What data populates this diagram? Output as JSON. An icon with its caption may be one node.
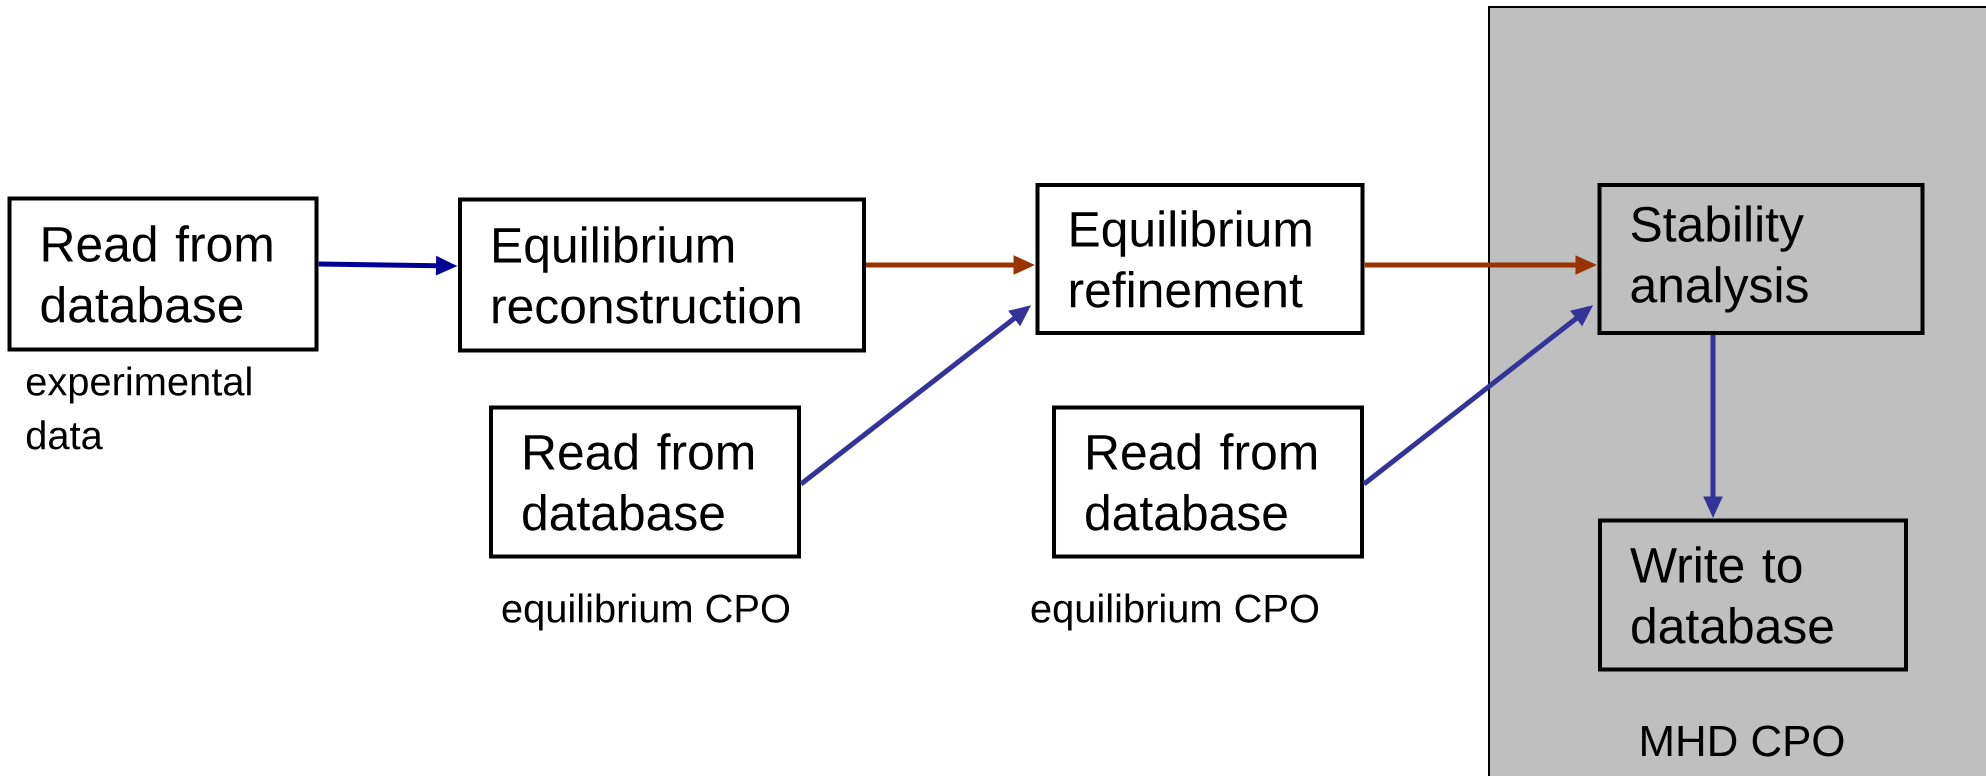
{
  "diagram": {
    "nodes": [
      {
        "text": [
          "MHD CPO"
        ]
      },
      {
        "text": [
          "Read from database"
        ],
        "beside": [
          "experimental data"
        ]
      },
      {
        "text": [
          "Equilibrium reconstruction"
        ]
      },
      {
        "text": [
          "Read from database"
        ],
        "beside": [
          "equilibrium CPO"
        ]
      },
      {
        "text": [
          "Equilibrium refinement"
        ]
      },
      {
        "text": [
          "Read from database"
        ],
        "beside": [
          "equilibrium CPO"
        ]
      },
      {
        "text": [
          "Stability analysis"
        ],
        "in": 0
      },
      {
        "text": [
          "Write to database"
        ],
        "in": 0
      }
    ],
    "edges": [
      {
        "from": 1,
        "to": 2,
        "arrow": "to",
        "color": "#000099"
      },
      {
        "from": 2,
        "to": 4,
        "arrow": "to",
        "color": "#993300"
      },
      {
        "from": 3,
        "to": 4,
        "arrow": "to",
        "color": "#333399"
      },
      {
        "from": 4,
        "to": 6,
        "arrow": "to",
        "color": "#993300"
      },
      {
        "from": 5,
        "to": 6,
        "arrow": "to",
        "color": "#333399"
      },
      {
        "from": 6,
        "to": 7,
        "arrow": "to",
        "color": "#333399"
      }
    ]
  }
}
